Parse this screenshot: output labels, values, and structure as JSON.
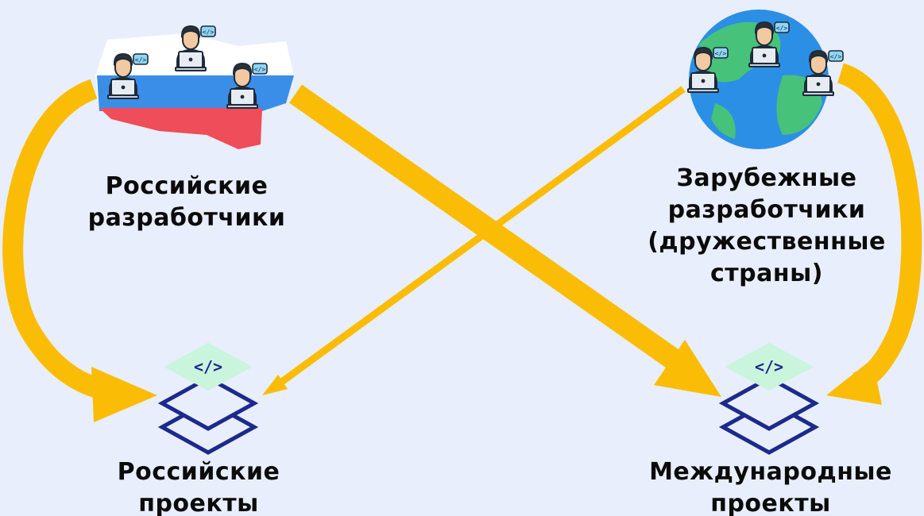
{
  "nodes": {
    "russian_developers": {
      "lines": [
        "Российские",
        "разработчики"
      ],
      "icon": "russia-map-with-developers"
    },
    "foreign_developers": {
      "lines": [
        "Зарубежные",
        "разработчики",
        "(дружественные",
        "страны)"
      ],
      "icon": "globe-with-developers"
    },
    "russian_projects": {
      "lines": [
        "Российские",
        "проекты"
      ],
      "icon": "code-layers-icon"
    },
    "international_projects": {
      "lines": [
        "Международные",
        "проекты"
      ],
      "icon": "code-layers-icon"
    }
  },
  "edges": [
    {
      "from": "russian_developers",
      "to": "russian_projects",
      "weight": "thick"
    },
    {
      "from": "russian_developers",
      "to": "international_projects",
      "weight": "thick"
    },
    {
      "from": "foreign_developers",
      "to": "russian_projects",
      "weight": "thin"
    },
    {
      "from": "foreign_developers",
      "to": "international_projects",
      "weight": "thick"
    }
  ],
  "colors": {
    "background": "#e8eefb",
    "arrow": "#fbbc05",
    "layers_stroke": "#1c2a8c",
    "layers_top": "#c9f5dc",
    "globe_ocean": "#2b8fe6",
    "globe_land": "#46c27a",
    "flag_white": "#ffffff",
    "flag_blue": "#3b8ee8",
    "flag_red": "#ef4d5a"
  }
}
